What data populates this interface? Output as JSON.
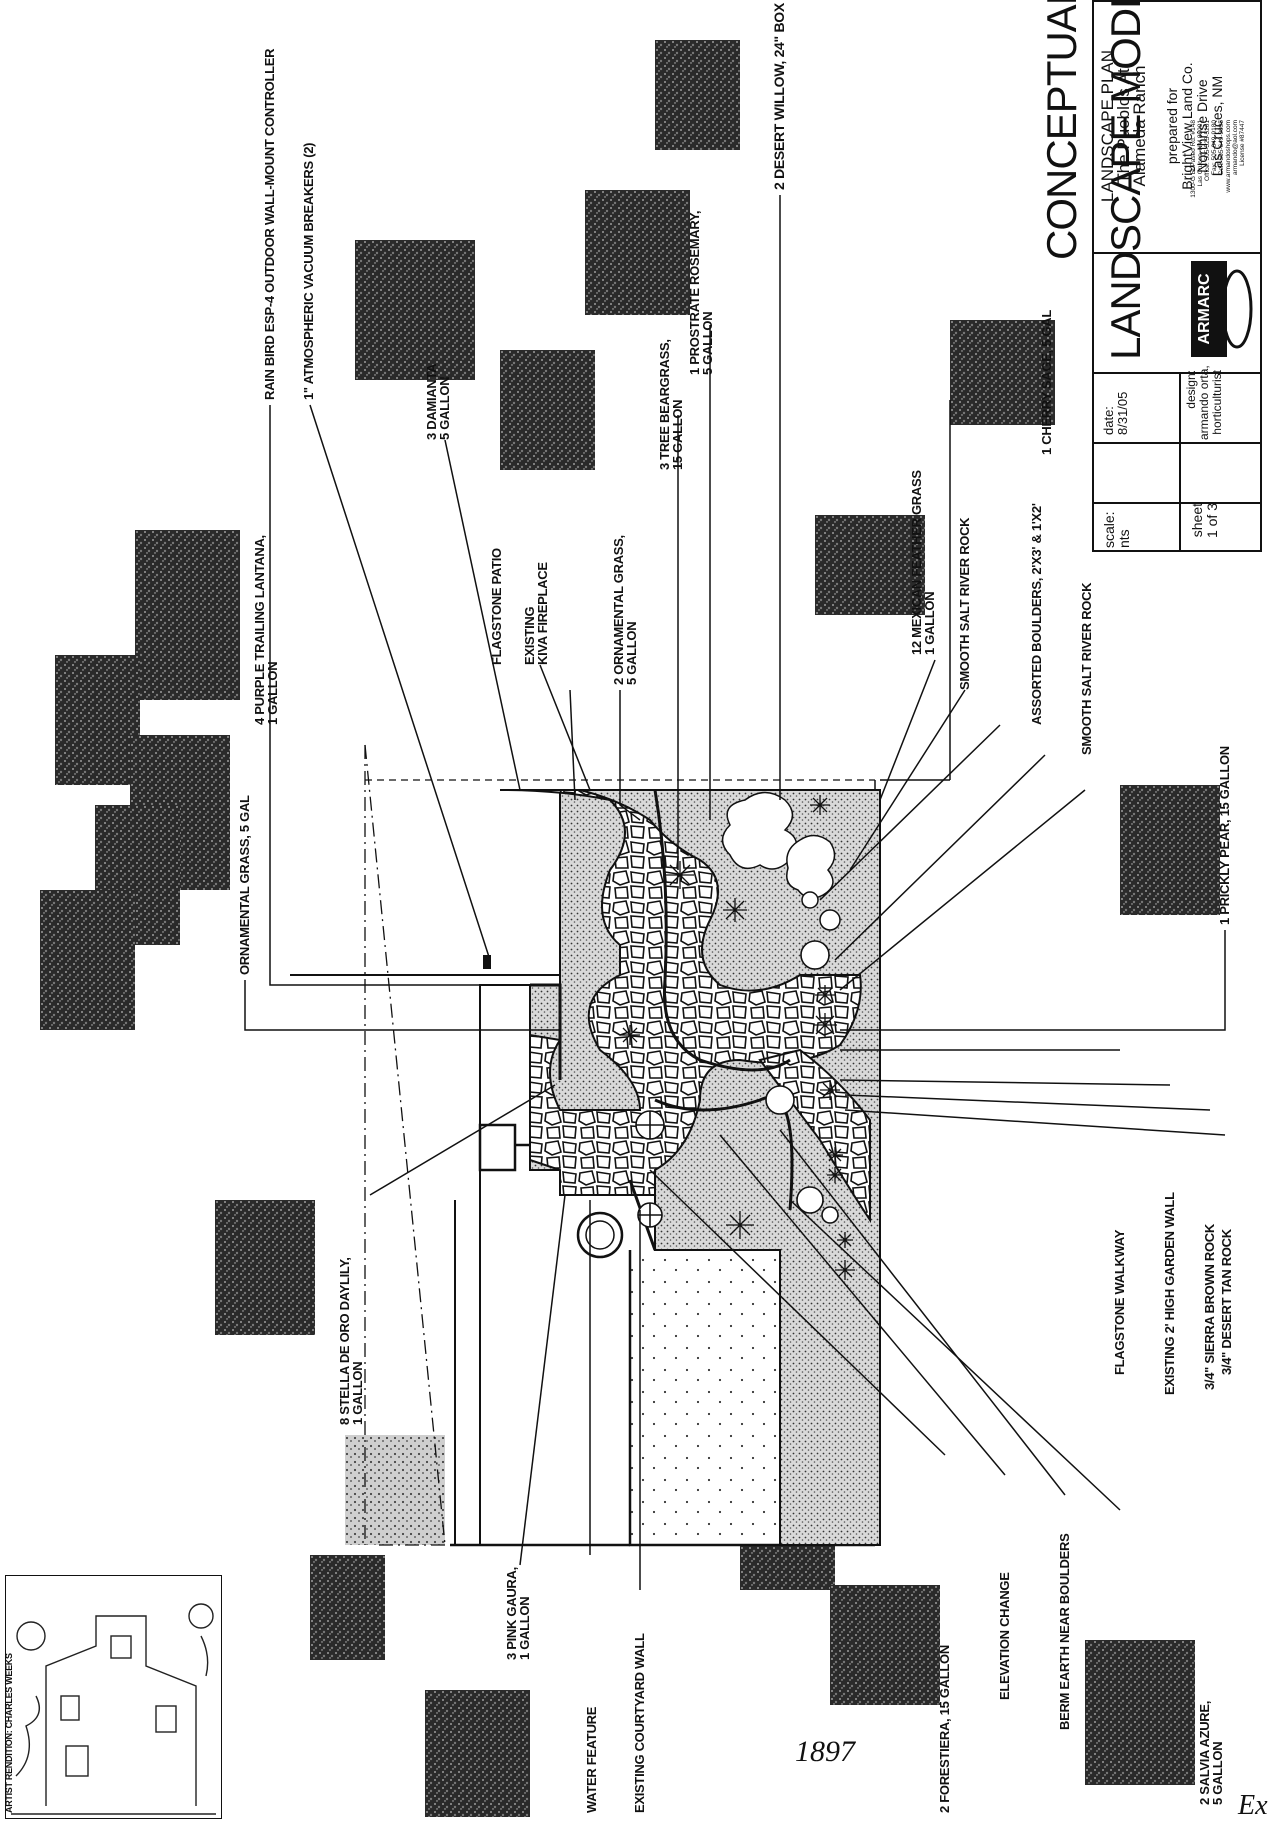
{
  "title": {
    "line1": "CONCEPTUAL",
    "line2": "LANDSCAPE MODEL"
  },
  "title_block": {
    "plan_title": "LANDSCAPE PLAN",
    "project_line1": "The Pueblos At",
    "project_line2": "Alameda Ranch",
    "prepared_for": "prepared for",
    "client": "BrightView Land Co.",
    "street": "Northrise Drive",
    "city": "Las Cruces, NM",
    "logo_text": "ARMARC",
    "firm_address": "1300-G El Paseo Rd. #148",
    "firm_city": "Las Cruces, NM 88001",
    "firm_office": "Office: 505-523-5201",
    "firm_fax": "Fax: 505-649-9180",
    "firm_cell": "Cell: 505-649-9095",
    "firm_web": "www.armandoshops.com",
    "firm_email": "armando@aol.com",
    "firm_license": "License #87447",
    "date_label": "date:",
    "date_value": "8/31/05",
    "design_label": "design:",
    "designer": "armando orta,",
    "designer_title": "horticulturist",
    "scale_label": "scale:",
    "scale_value": "nts",
    "sheet_label": "sheet",
    "sheet_value": "1 of 3"
  },
  "labels": {
    "rainbird": "Rain Bird ESP-4 Outdoor Wall-mount Controller",
    "vacuum": "1\" Atmospheric Vacuum Breakers (2)",
    "desert_willow": "2 Desert Willow, 24\" Box",
    "rosemary_1": "1 Prostrate Rosemary,",
    "rosemary_2": "5 Gallon",
    "beargrass_1": "3 Tree Beargrass,",
    "beargrass_2": "15 Gallon",
    "damianta_1": "3 Damianta",
    "damianta_2": "5 Gallon",
    "cherry_sage": "1 Cherry Sage, 5 Gal",
    "feather_grass_1": "12 Mexican Feather Grass",
    "feather_grass_2": "1 Gallon",
    "salt_river_1": "Smooth Salt River Rock",
    "boulders": "Assorted Boulders, 2'x3' & 1'x2'",
    "salt_river_2": "Smooth Salt River Rock",
    "prickly_pear": "1 Prickly Pear, 15 Gallon",
    "ornamental_grass_1": "2 Ornamental Grass,",
    "ornamental_grass_2": "5 Gallon",
    "flagstone_patio": "Flagstone Patio",
    "kiva_1": "Existing",
    "kiva_2": "Kiva Fireplace",
    "lantana_1": "4 Purple Trailing Lantana,",
    "lantana_2": "1 Gallon",
    "ornamental_grass_5": "Ornamental Grass, 5 Gal",
    "daylily_1": "8 Stella de Oro Daylily,",
    "daylily_2": "1 Gallon",
    "gaura_1": "3 Pink Gaura,",
    "gaura_2": "1 Gallon",
    "artist": "Artist Rendition: Charles Weeks",
    "water_feature": "Water Feature",
    "courtyard_wall": "Existing Courtyard Wall",
    "forestiera": "2 Forestiera, 15 Gallon",
    "elevation": "Elevation Change",
    "berm": "Berm Earth Near Boulders",
    "salvia_1": "2 Salvia Azure,",
    "salvia_2": "5 Gallon",
    "flagstone_walkway": "Flagstone Walkway",
    "garden_wall": "Existing 2' High Garden Wall",
    "sierra_brown": "3/4\" Sierra Brown Rock",
    "desert_tan": "3/4\" Desert Tan Rock"
  },
  "handwritten": {
    "number": "1897",
    "exhibit": "Ex"
  }
}
